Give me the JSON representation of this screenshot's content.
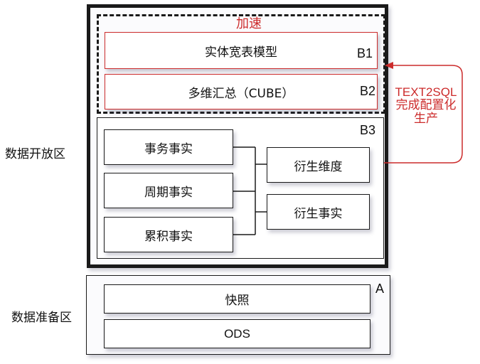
{
  "zones": {
    "open": {
      "label": "数据开放区"
    },
    "prep": {
      "label": "数据准备区"
    }
  },
  "acceleration": {
    "label": "加速",
    "color": "#cc2b2b",
    "b1": {
      "tag": "B1",
      "label": "实体宽表模型"
    },
    "b2": {
      "tag": "B2",
      "label": "多维汇总（CUBE）"
    }
  },
  "b3": {
    "tag": "B3",
    "facts": [
      "事务事实",
      "周期事实",
      "累积事实"
    ],
    "derived": [
      "衍生维度",
      "衍生事实"
    ]
  },
  "a": {
    "tag": "A",
    "layers": [
      "快照",
      "ODS"
    ]
  },
  "feedback": {
    "lines": [
      "TEXT2SQL",
      "完成配置化",
      "生产"
    ],
    "color": "#cc2b2b"
  }
}
